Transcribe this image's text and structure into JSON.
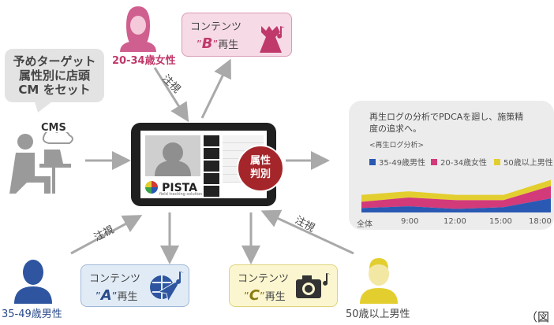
{
  "setup_bubble": {
    "line1": "予めターゲット",
    "line2": "属性別に店頭",
    "line3": "CM をセット"
  },
  "cms_label": "CMS",
  "persons": {
    "female": "20-34歳女性",
    "male_mid": "35-49歳男性",
    "male_senior": "50歳以上男性"
  },
  "gaze_label": "注視",
  "contents": {
    "b": {
      "prefix": "コンテンツ",
      "q1": "”",
      "letter": "B",
      "q2": "”",
      "suffix": "再生"
    },
    "a": {
      "prefix": "コンテンツ",
      "q1": "”",
      "letter": "A",
      "q2": "”",
      "suffix": "再生"
    },
    "c": {
      "prefix": "コンテンツ",
      "q1": "”",
      "letter": "C",
      "q2": "”",
      "suffix": "再生"
    }
  },
  "tablet": {
    "logo": "PISTA",
    "logo_sub": "field tracking solution",
    "menu": [
      "",
      "",
      "",
      "",
      ""
    ],
    "badge_line1": "属性",
    "badge_line2": "判別"
  },
  "analysis": {
    "desc_line1": "再生ログの分析でPDCAを廻し、施策精",
    "desc_line2": "度の追求へ。",
    "subtitle": "<再生ログ分析>"
  },
  "chart_data": {
    "type": "area",
    "title": "<再生ログ分析>",
    "x": [
      "全体",
      "9:00",
      "12:00",
      "15:00",
      "18:00"
    ],
    "series": [
      {
        "name": "35-49歳男性",
        "color": "#2a59b4",
        "values": [
          0.1,
          0.14,
          0.08,
          0.12,
          0.32
        ]
      },
      {
        "name": "20-34歳女性",
        "color": "#d23a7a",
        "values": [
          0.14,
          0.2,
          0.2,
          0.16,
          0.28
        ]
      },
      {
        "name": "50歳以上男性",
        "color": "#e3ce2f",
        "values": [
          0.16,
          0.14,
          0.12,
          0.12,
          0.14
        ]
      }
    ],
    "legend": "top",
    "grid": false
  },
  "colors": {
    "pink": "#c0396b",
    "blue": "#2a4a8a",
    "badge": "#a5262a",
    "arrow": "#a9a9a9"
  },
  "caption": "（図"
}
